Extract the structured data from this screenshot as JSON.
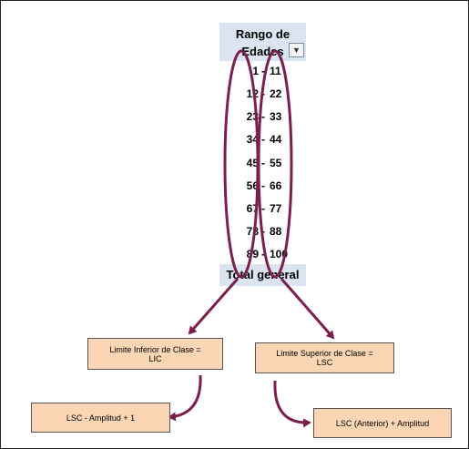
{
  "pivot": {
    "header_line1": "Rango de",
    "header_line2": "Edades",
    "dropdown_icon": "chevron-down-icon",
    "rows": [
      {
        "lo": "1",
        "dash": "-",
        "hi": "11"
      },
      {
        "lo": "12",
        "dash": "-",
        "hi": "22"
      },
      {
        "lo": "23",
        "dash": "-",
        "hi": "33"
      },
      {
        "lo": "34",
        "dash": "-",
        "hi": "44"
      },
      {
        "lo": "45",
        "dash": "-",
        "hi": "55"
      },
      {
        "lo": "56",
        "dash": "-",
        "hi": "66"
      },
      {
        "lo": "67",
        "dash": "-",
        "hi": "77"
      },
      {
        "lo": "78",
        "dash": "-",
        "hi": "88"
      },
      {
        "lo": "89",
        "dash": "-",
        "hi": "100"
      }
    ],
    "total": "Total general"
  },
  "notes": {
    "lic_line1": "Limite Inferior de Clase =",
    "lic_line2": "LIC",
    "lsc_line1": "Limite Superior de Clase =",
    "lsc_line2": "LSC",
    "formula_left": "LSC - Amplitud + 1",
    "formula_right": "LSC (Anterior) + Amplitud"
  },
  "colors": {
    "header_fill": "#dbe5f1",
    "note_fill": "#fcd5b4",
    "ellipse_stroke": "#7b1f4f"
  }
}
